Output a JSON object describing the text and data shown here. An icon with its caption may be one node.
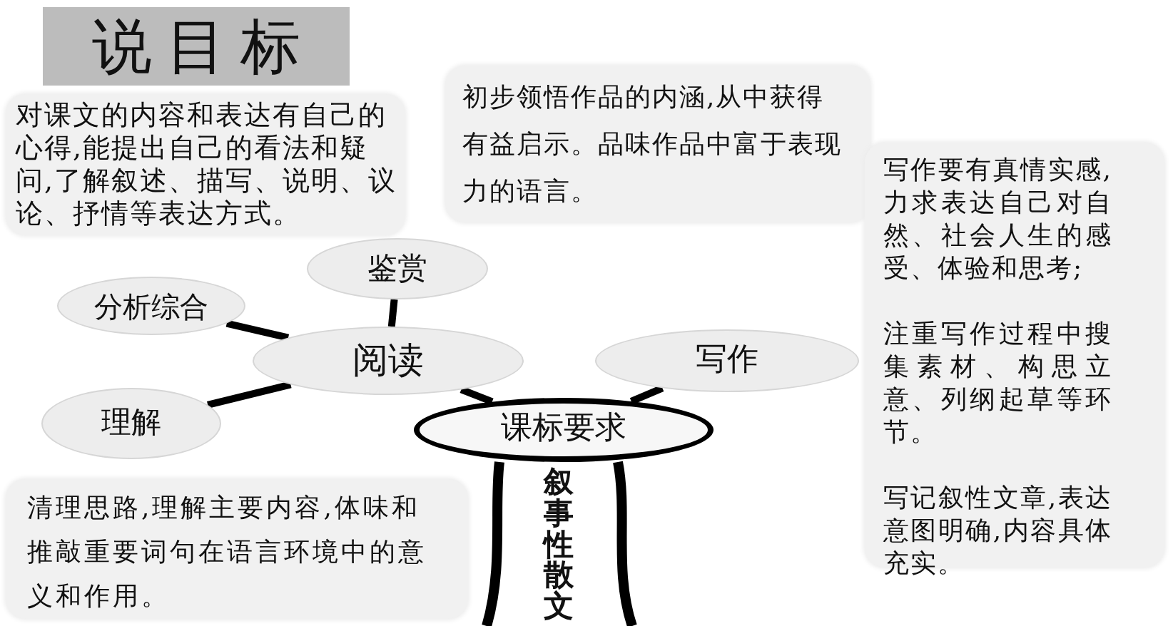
{
  "diagram": {
    "title": "说目标",
    "nodes": [
      {
        "text": [
          "对课文的内容和表达有自己的心得,能提出自己的看法和疑问,了解叙述、描写、说明、议论、抒情等表达方式。"
        ]
      },
      {
        "text": [
          "初步领悟作品的内涵,从中获得有益启示。品味作品中富于表现力的语言。"
        ]
      },
      {
        "text": [
          "写作要有真情实感,力求表达自己对自然、社会人生的感受、体验和思考;",
          "注重写作过程中搜集素材、构思立意、列纲起草等环节。",
          "写记叙性文章,表达意图明确,内容具体充实。"
        ]
      },
      {
        "text": [
          "鉴赏"
        ]
      },
      {
        "text": [
          "分析综合"
        ]
      },
      {
        "text": [
          "阅读"
        ]
      },
      {
        "text": [
          "写作"
        ]
      },
      {
        "text": [
          "理解"
        ]
      },
      {
        "text": [
          "课标要求"
        ]
      },
      {
        "text": [
          "清理思路,理解主要内容,体味和推敲重要词句在语言环境中的意义和作用。"
        ]
      }
    ],
    "edges": [
      {
        "from": 3,
        "to": 5,
        "arrow": "none"
      },
      {
        "from": 4,
        "to": 5,
        "arrow": "none"
      },
      {
        "from": 7,
        "to": 5,
        "arrow": "none"
      },
      {
        "from": 5,
        "to": 8,
        "arrow": "none"
      },
      {
        "from": 6,
        "to": 8,
        "arrow": "none"
      }
    ],
    "labels": [
      "叙事性散文"
    ]
  }
}
